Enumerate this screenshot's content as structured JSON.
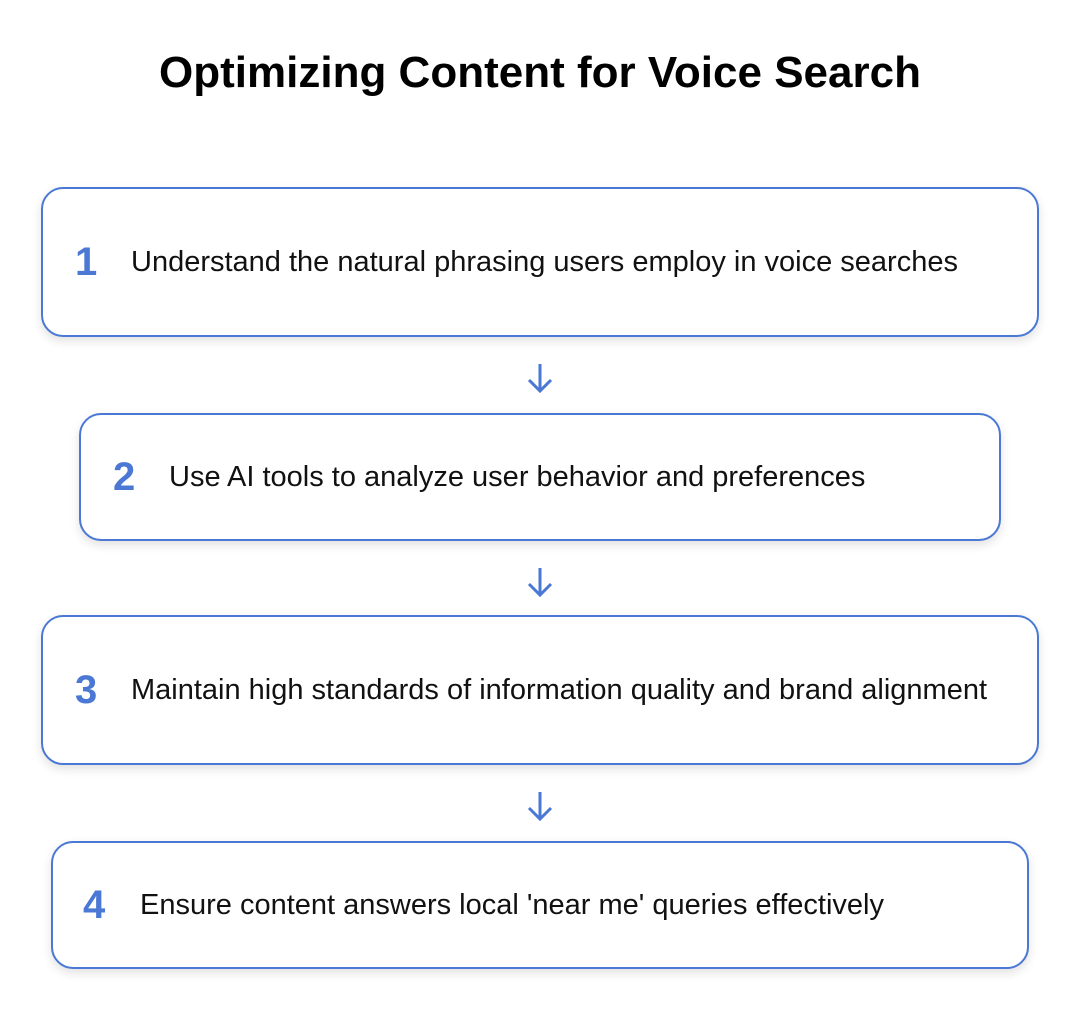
{
  "title": "Optimizing Content for Voice Search",
  "steps": [
    {
      "number": "1",
      "text": "Understand the natural phrasing users employ in voice searches"
    },
    {
      "number": "2",
      "text": "Use AI tools to analyze user behavior and preferences"
    },
    {
      "number": "3",
      "text": "Maintain high standards of information quality and brand alignment"
    },
    {
      "number": "4",
      "text": "Ensure content answers local 'near me' queries effectively"
    }
  ],
  "colors": {
    "accent": "#4a78d4"
  }
}
